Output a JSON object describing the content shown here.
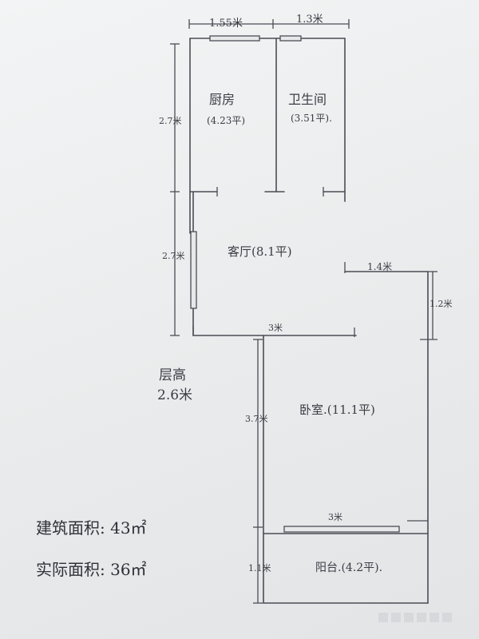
{
  "dimensions": {
    "kitchen_width": "1.55米",
    "bath_width": "1.3米",
    "kitchen_height": "2.7米",
    "living_height": "2.7米",
    "living_width": "3米",
    "balcony_top_width": "1.4米",
    "bedroom_right_height": "1.2米",
    "bedroom_height": "3.7米",
    "balcony_width": "3米",
    "balcony_height": "1.1米"
  },
  "rooms": {
    "kitchen_name": "厨房",
    "kitchen_area": "(4.23平)",
    "bath_name": "卫生间",
    "bath_area": "(3.51平).",
    "living": "客厅(8.1平)",
    "bedroom": "卧室.(11.1平)",
    "balcony": "阳台.(4.2平)."
  },
  "ceiling": {
    "label": "层高",
    "value": "2.6米"
  },
  "summary": {
    "built_area": "建筑面积: 43㎡",
    "actual_area": "实际面积: 36㎡"
  }
}
